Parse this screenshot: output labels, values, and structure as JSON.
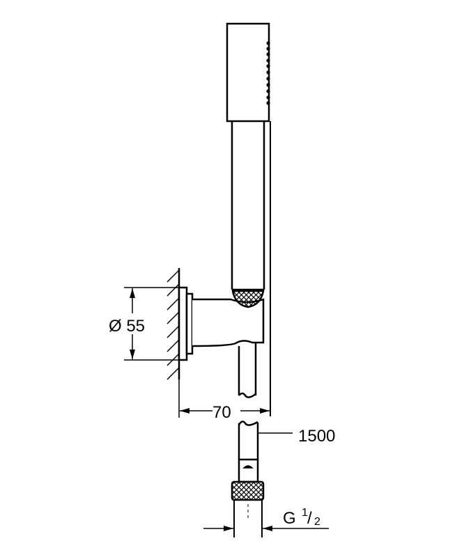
{
  "dimensions": {
    "diameter": "Ø 55",
    "projection": "70",
    "hose_length": "1500",
    "thread_letter": "G",
    "thread_num": "1",
    "thread_den": "2"
  },
  "colors": {
    "line": "#000000",
    "background": "#ffffff"
  }
}
